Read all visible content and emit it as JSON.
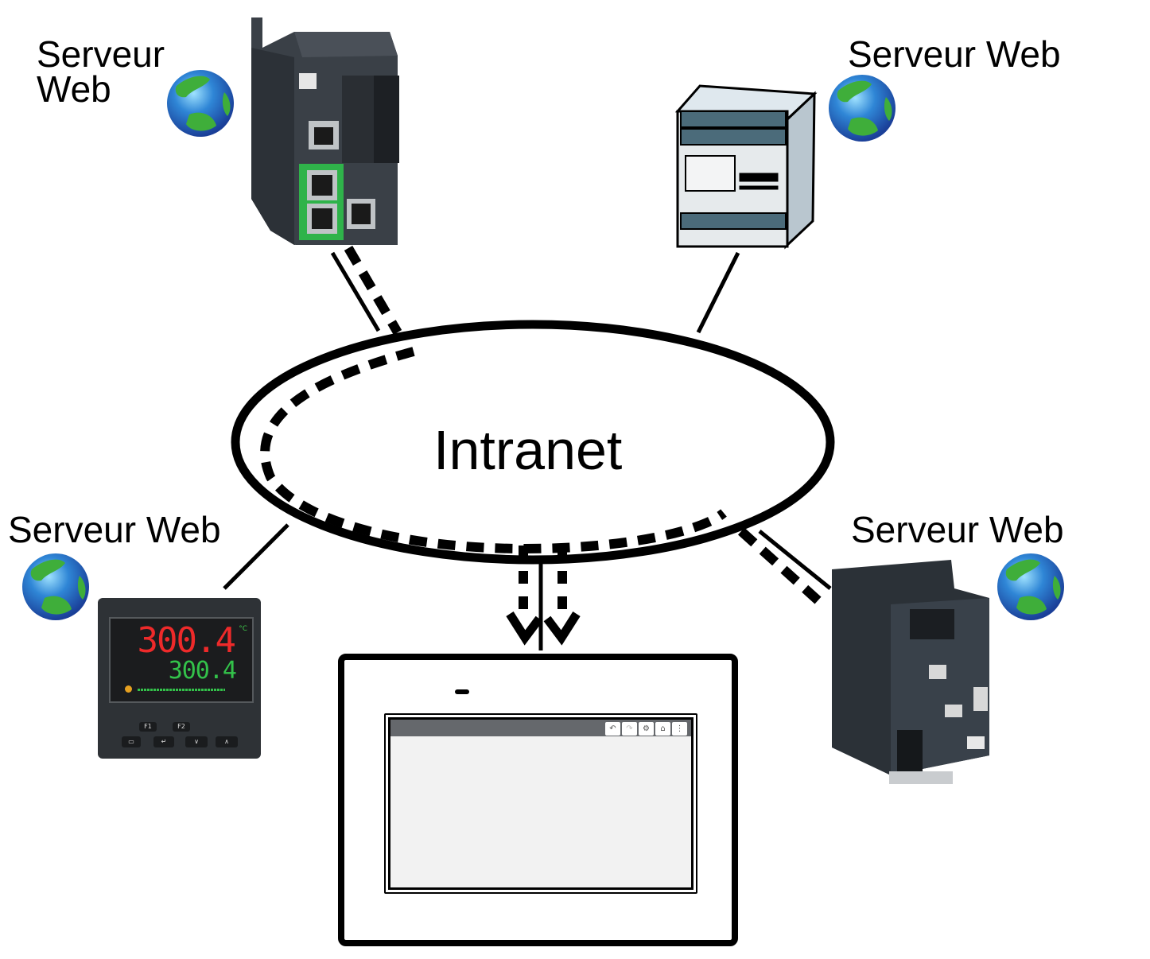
{
  "diagram": {
    "title": "Intranet",
    "network_label": "Intranet",
    "nodes": [
      {
        "id": "plc",
        "label_line1": "Serveur",
        "label_line2": "Web",
        "device": "PLC controller (Ethernet modules)",
        "icon": "globe-icon",
        "link": "solid+dashed"
      },
      {
        "id": "relay",
        "label": "Serveur Web",
        "device": "Safety relay module",
        "icon": "globe-icon",
        "link": "solid"
      },
      {
        "id": "temp-controller",
        "label": "Serveur Web",
        "device": "Temperature controller",
        "icon": "globe-icon",
        "link": "solid"
      },
      {
        "id": "drive",
        "label": "Serveur Web",
        "device": "Variable speed drive",
        "icon": "globe-icon",
        "link": "solid+dashed"
      },
      {
        "id": "hmi",
        "label": "",
        "device": "HMI touch panel (web client)",
        "link": "solid+dashed arrows"
      }
    ],
    "temp_controller": {
      "pv": "300.4",
      "sv": "300.4",
      "unit": "°C",
      "keys": [
        "F1",
        "F2",
        "▭",
        "↵",
        "∨",
        "∧"
      ]
    },
    "hmi_toolbar": {
      "buttons": [
        {
          "name": "back",
          "glyph": "↶"
        },
        {
          "name": "forward",
          "glyph": "↷"
        },
        {
          "name": "settings",
          "glyph": "⚙"
        },
        {
          "name": "home",
          "glyph": "⌂"
        },
        {
          "name": "menu",
          "glyph": "⋮"
        }
      ]
    },
    "colors": {
      "line": "#000000",
      "globe_ocean": "#2f7fd0",
      "globe_land": "#3fae3a",
      "device_dark": "#2e3236",
      "pv_red": "#ee2a2a",
      "sv_green": "#33c24a",
      "hmi_bar": "#65686c"
    }
  }
}
